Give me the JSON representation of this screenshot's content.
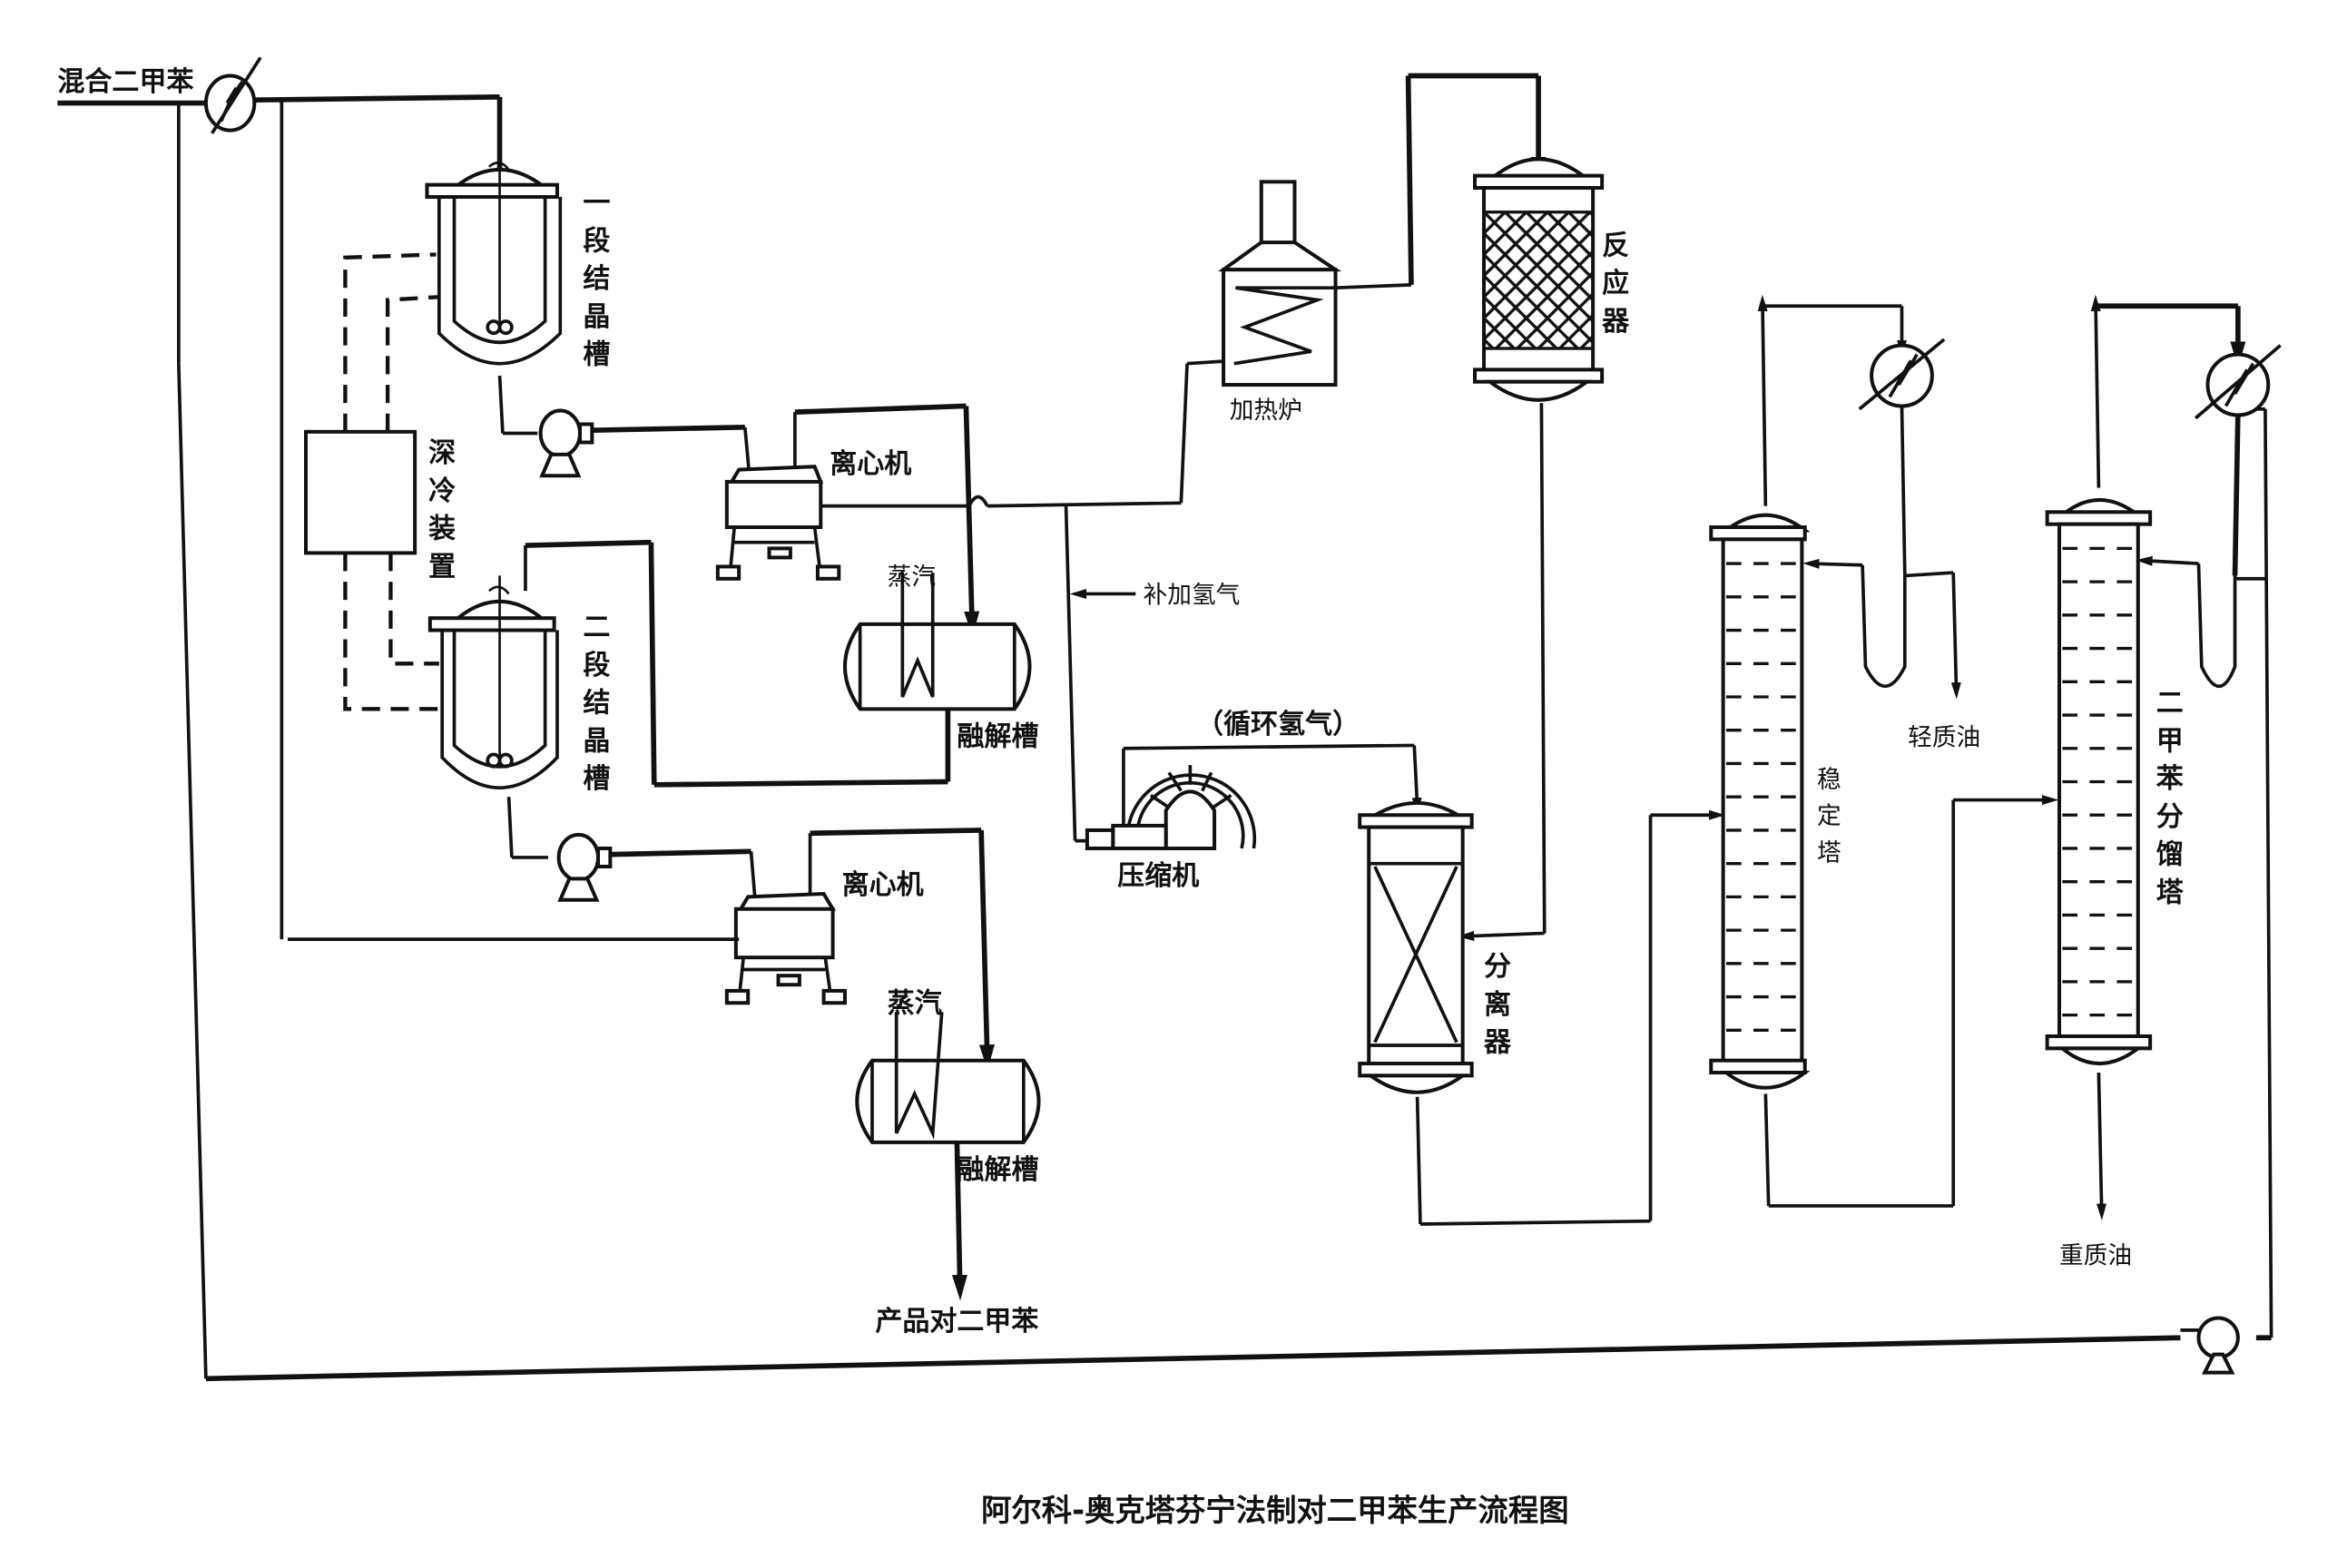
{
  "title": "阿尔科-奥克塔芬宁法制对二甲苯生产流程图",
  "streams": {
    "feed": "混合二甲苯",
    "makeup_hydrogen": "补加氢气",
    "recycle_hydrogen": "（循环氢气）",
    "steam_1": "蒸汽",
    "steam_2": "蒸汽",
    "light_oil": "轻质油",
    "heavy_oil": "重质油",
    "product": "产品对二甲苯"
  },
  "equipment": {
    "crystallizer_1": [
      "一",
      "段",
      "结",
      "晶",
      "槽"
    ],
    "crystallizer_2": [
      "二",
      "段",
      "结",
      "晶",
      "槽"
    ],
    "chiller": [
      "深",
      "冷",
      "装",
      "置"
    ],
    "centrifuge_1": "离心机",
    "centrifuge_2": "离心机",
    "melt_tank_1": "融解槽",
    "melt_tank_2": "融解槽",
    "heater": "加热炉",
    "reactor": [
      "反",
      "应",
      "器"
    ],
    "compressor": "压缩机",
    "separator": [
      "分",
      "离",
      "器"
    ],
    "stabilizer": [
      "稳",
      "定",
      "塔"
    ],
    "xylene_splitter": [
      "二",
      "甲",
      "苯",
      "分",
      "馏",
      "塔"
    ]
  }
}
